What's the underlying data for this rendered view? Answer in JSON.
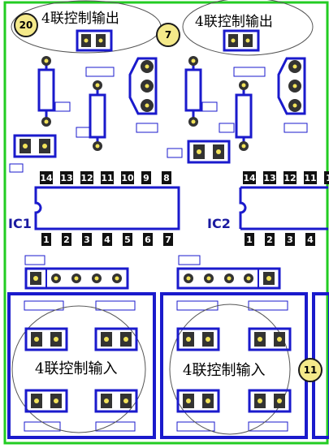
{
  "labels": {
    "output_left": "4联控制输出",
    "output_right": "4联控制输出",
    "input_left": "4联控制输入",
    "input_right": "4联控制输入",
    "ic1": "IC1",
    "ic2": "IC2"
  },
  "badges": {
    "b20": "20",
    "b7": "7",
    "b11": "11"
  },
  "ic1_pins_top": [
    "14",
    "13",
    "12",
    "11",
    "10",
    "9",
    "8"
  ],
  "ic1_pins_bottom": [
    "1",
    "2",
    "3",
    "4",
    "5",
    "6",
    "7"
  ],
  "ic2_pins_top": [
    "14",
    "13",
    "12",
    "11",
    "1"
  ],
  "ic2_pins_bottom": [
    "1",
    "2",
    "3",
    "4"
  ],
  "colors": {
    "trace": "#1a1acc",
    "board_edge": "#22cc22",
    "pad": "#f2e35a",
    "component": "#333333"
  }
}
